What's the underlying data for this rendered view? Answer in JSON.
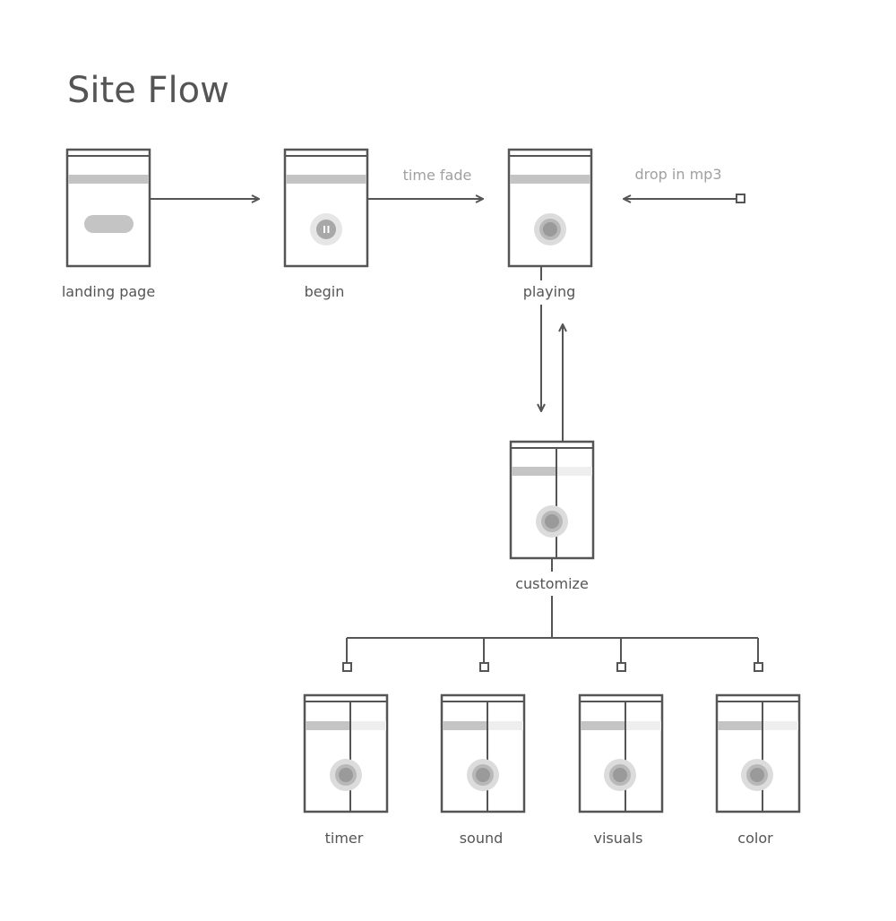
{
  "title": "Site Flow",
  "colors": {
    "stroke": "#555555",
    "bar": "#c4c4c4",
    "bar_light": "#eeeeee",
    "circle_inner": "#9a9a9a",
    "circle_outer": "#dcdcdc",
    "edge_label": "#a0a0a0"
  },
  "nodes": {
    "landing": {
      "label": "landing page"
    },
    "begin": {
      "label": "begin"
    },
    "playing": {
      "label": "playing"
    },
    "customize": {
      "label": "customize"
    },
    "timer": {
      "label": "timer"
    },
    "sound": {
      "label": "sound"
    },
    "visuals": {
      "label": "visuals"
    },
    "color": {
      "label": "color"
    }
  },
  "edges": {
    "time_fade": {
      "label": "time fade"
    },
    "drop_mp3": {
      "label": "drop in mp3"
    }
  },
  "icons": {
    "pause": "pause-icon",
    "play_dot": "playing-dot-icon",
    "cta": "cta-pill-icon"
  }
}
